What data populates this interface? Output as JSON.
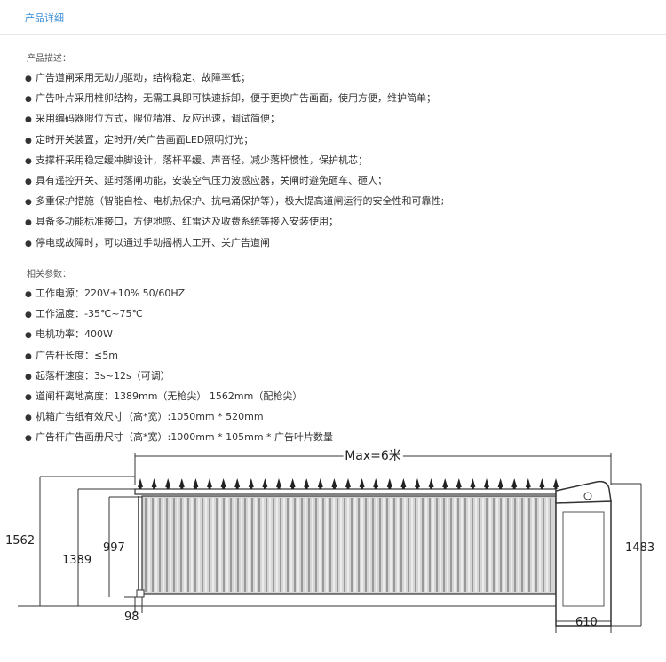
{
  "tab": {
    "title": "产品详细"
  },
  "description": {
    "heading": "产品描述：",
    "items": [
      "广告道闸采用无动力驱动，结构稳定、故障率低；",
      "广告叶片采用椎卯结构，无需工具即可快速拆卸，便于更换广告画面，使用方便，维护简单；",
      "采用编码器限位方式，限位精准、反应迅速，调试简便；",
      "定时开关装置，定时开/关广告画面LED照明灯光；",
      "支撑杆采用稳定缓冲脚设计，落杆平缓、声音轻，减少落杆惯性，保护机芯；",
      "具有遥控开关、延时落闸功能，安装空气压力波感应器，关闸时避免砸车、砸人；",
      "多重保护措施（智能自检、电机热保护、抗电涌保护等），极大提高道闸运行的安全性和可靠性;",
      "具备多功能标准接口，方便地感、红雷达及收费系统等接入安装使用；",
      "停电或故障时，可以通过手动摇柄人工开、关广告道闸"
    ]
  },
  "params": {
    "heading": "相关参数：",
    "items": [
      "工作电源：220V±10% 50/60HZ",
      "工作温度：-35℃~75℃",
      "电机功率：400W",
      "广告杆长度：≤5m",
      "起落杆速度：3s~12s（可调）",
      "道闸杆离地高度：1389mm（无枪尖） 1562mm（配枪尖）",
      "机箱广告纸有效尺寸（高*宽）:1050mm * 520mm",
      "广告杆广告画册尺寸（高*宽）:1000mm * 105mm * 广告叶片数量"
    ]
  },
  "diagram": {
    "max_label": "Max=6米",
    "dim_1562": "1562",
    "dim_1389": "1389",
    "dim_997": "997",
    "dim_98": "98",
    "dim_1483": "1483",
    "dim_610": "610"
  }
}
